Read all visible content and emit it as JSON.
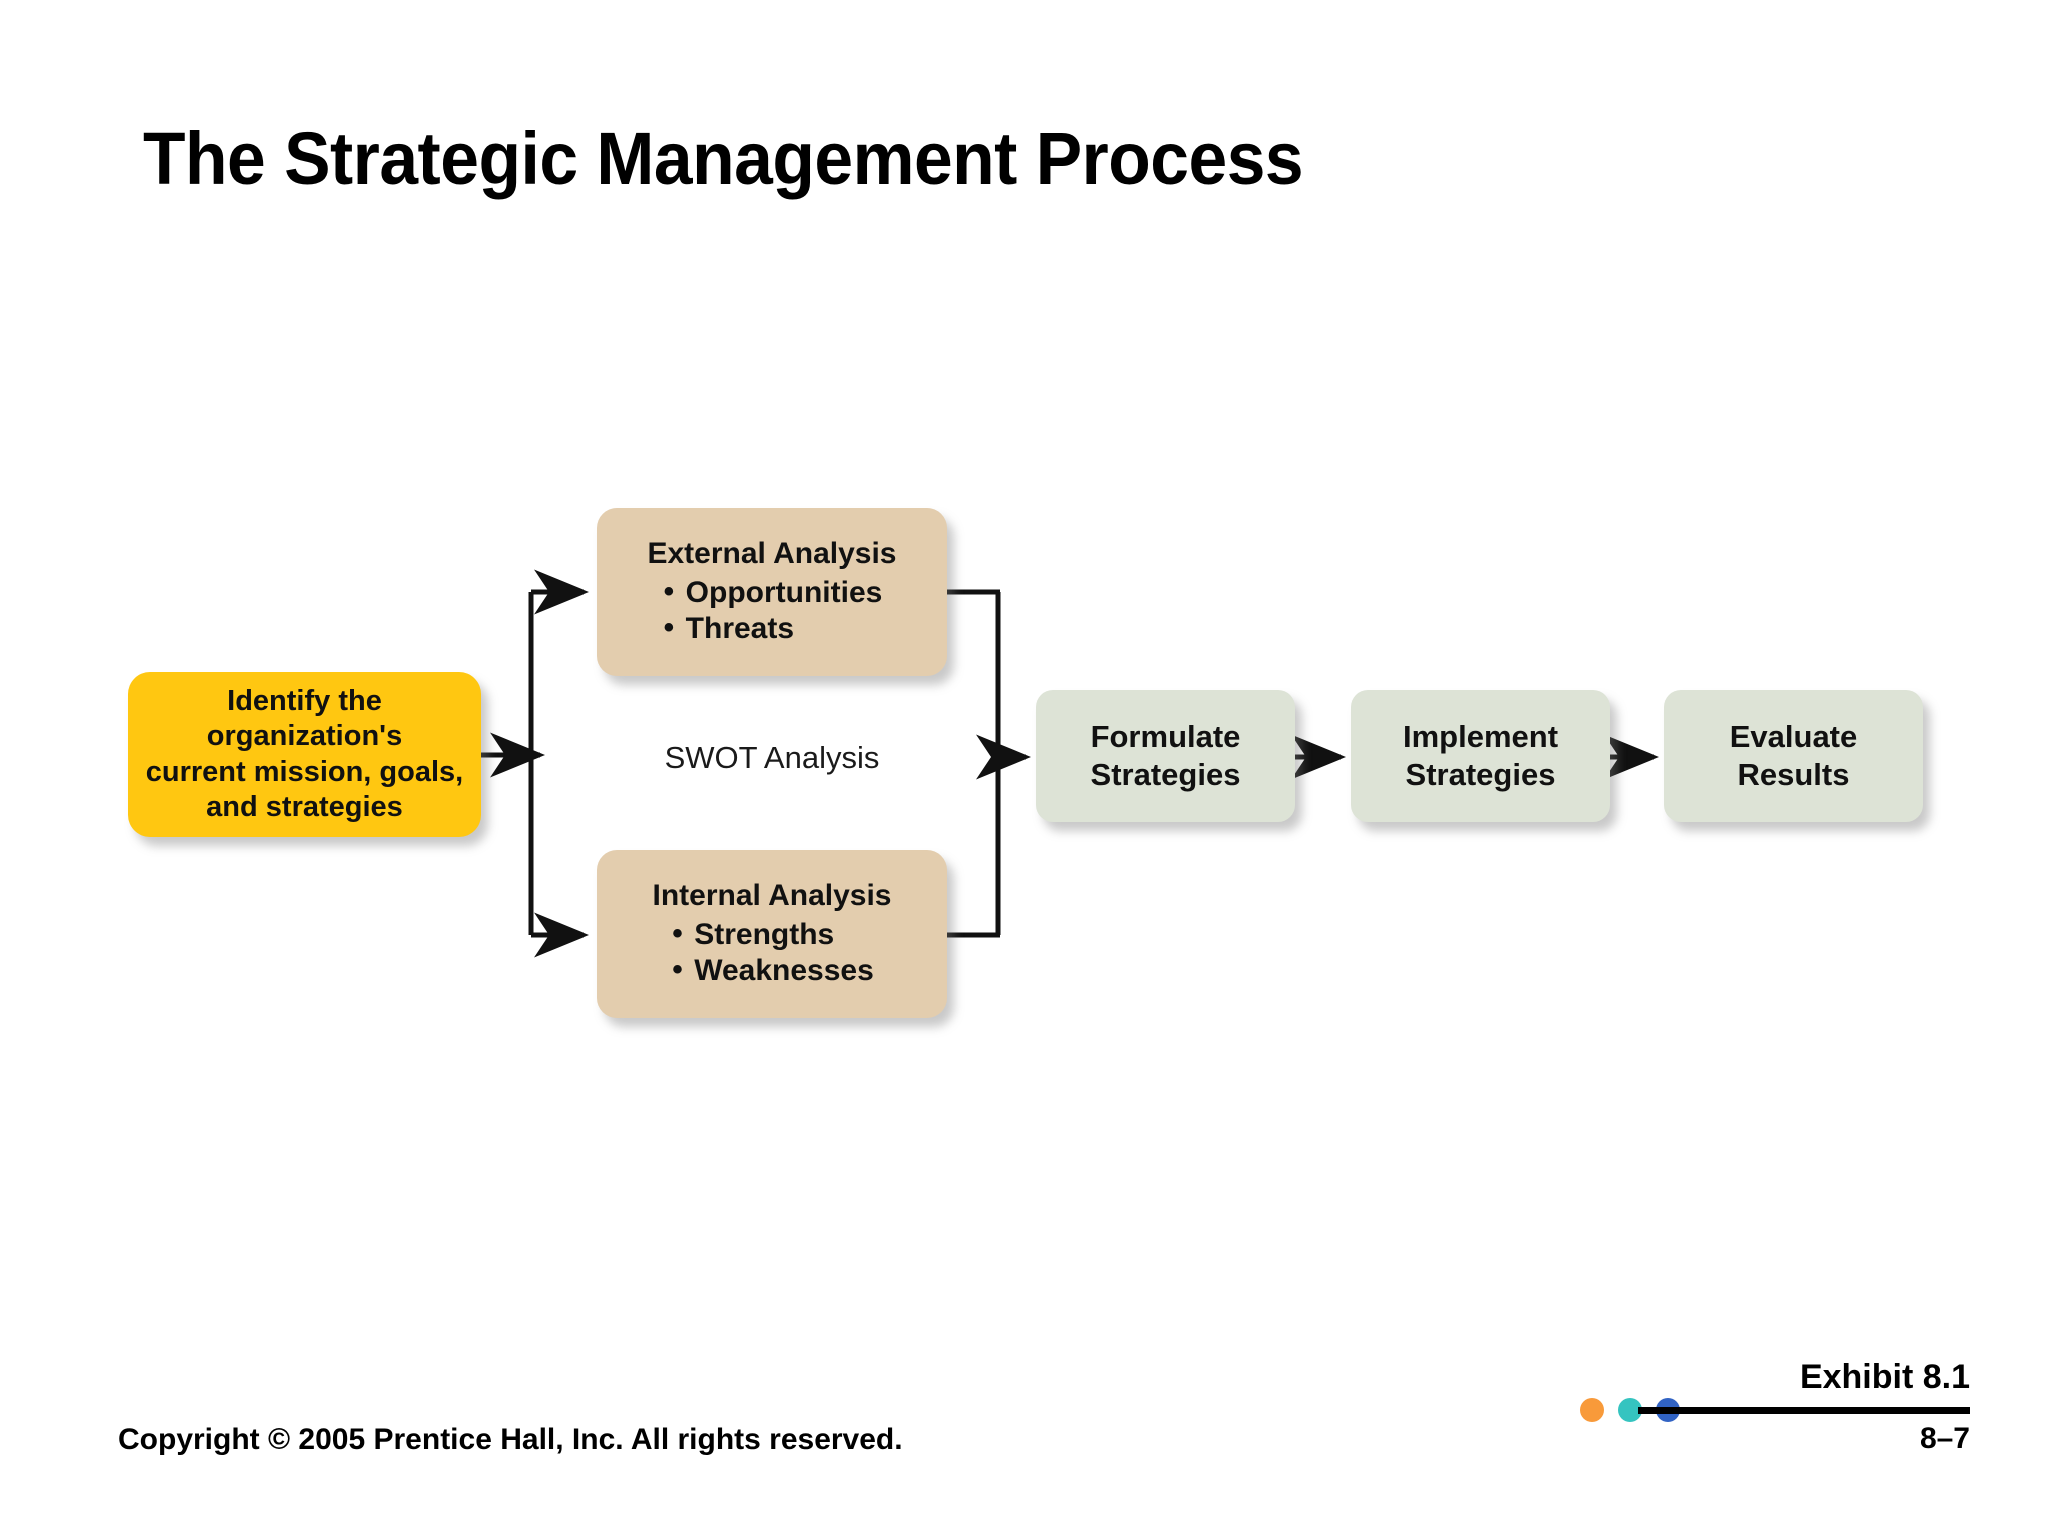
{
  "slide": {
    "title": "The Strategic Management Process"
  },
  "diagram": {
    "start_node": {
      "label": "Identify the\norganization's\ncurrent mission, goals,\nand strategies",
      "color": "#FFC711"
    },
    "external_analysis": {
      "heading": "External Analysis",
      "items": [
        "Opportunities",
        "Threats"
      ],
      "color": "#E3CDAE"
    },
    "internal_analysis": {
      "heading": "Internal Analysis",
      "items": [
        "Strengths",
        "Weaknesses"
      ],
      "color": "#E3CDAE"
    },
    "center_label": "SWOT Analysis",
    "process_nodes": [
      {
        "label": "Formulate\nStrategies",
        "color": "#DDE3D6"
      },
      {
        "label": "Implement\nStrategies",
        "color": "#DDE3D6"
      },
      {
        "label": "Evaluate\nResults",
        "color": "#DDE3D6"
      }
    ]
  },
  "footer": {
    "copyright": "Copyright © 2005 Prentice Hall, Inc. All rights reserved.",
    "exhibit_label": "Exhibit 8.1",
    "page_number": "8–7",
    "dot_colors": [
      "#F89A3A",
      "#35C4C0",
      "#3163C4"
    ]
  }
}
